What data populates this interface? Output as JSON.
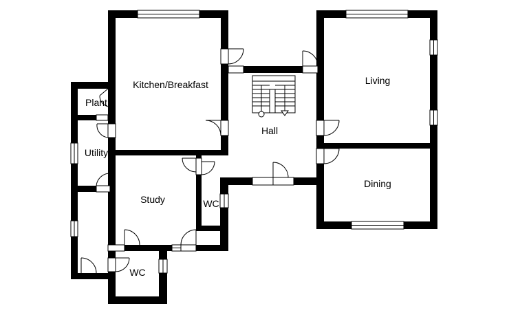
{
  "rooms": {
    "kitchen": "Kitchen/Breakfast",
    "plant": "Plant",
    "utility": "Utility",
    "study": "Study",
    "wc_lower": "WC",
    "wc_small": "WC",
    "hall": "Hall",
    "living": "Living",
    "dining": "Dining"
  },
  "colors": {
    "wall": "#000000",
    "background": "#ffffff"
  }
}
